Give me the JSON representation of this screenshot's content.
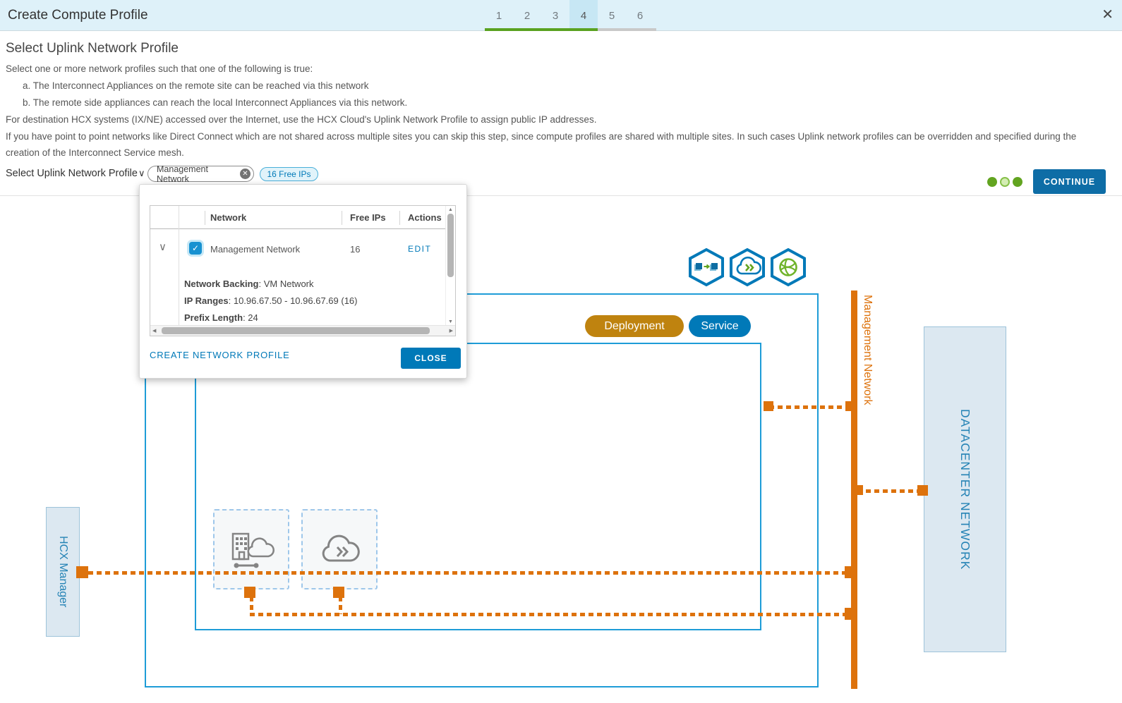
{
  "header": {
    "title": "Create Compute Profile",
    "steps": [
      "1",
      "2",
      "3",
      "4",
      "5",
      "6"
    ],
    "active_step": "4",
    "close_icon": "✕"
  },
  "intro": {
    "heading": "Select Uplink Network Profile",
    "lines": [
      "Select one or more network profiles such that one of the following is true:",
      "a. The Interconnect Appliances on the remote site can be reached via this network",
      "b. The remote side appliances can reach the local Interconnect Appliances via this network.",
      "For destination HCX systems (IX/NE) accessed over the Internet, use the HCX Cloud's Uplink Network Profile to assign public IP addresses.",
      "If you have point to point networks like Direct Connect which are not shared across multiple sites you can skip this step, since compute profiles are shared with multiple sites. In such cases Uplink network profiles can be overridden and specified during the",
      "creation of the Interconnect Service mesh."
    ]
  },
  "selector": {
    "label": "Select Uplink Network Profile",
    "caret_icon": "∨",
    "chip_label": "Management Network",
    "chip_remove_icon": "✕",
    "badge_label": "16 Free IPs"
  },
  "footer_actions": {
    "continue_label": "CONTINUE",
    "pagination_dots": [
      "filled",
      "outlined",
      "filled"
    ]
  },
  "popup": {
    "columns": {
      "network": "Network",
      "free_ips": "Free IPs",
      "actions": "Actions"
    },
    "row": {
      "expander_icon": "∨",
      "checkbox_checked": true,
      "check_icon": "✓",
      "network": "Management Network",
      "free_ips": "16",
      "action_label": "EDIT"
    },
    "details": [
      {
        "label": "Network Backing",
        "value": ": VM Network"
      },
      {
        "label": "IP Ranges",
        "value": ": 10.96.67.50 - 10.96.67.69 (16)"
      },
      {
        "label": "Prefix Length",
        "value": ": 24"
      }
    ],
    "create_link_label": "CREATE NETWORK PROFILE",
    "close_label": "CLOSE",
    "scroll_icons": {
      "up": "▲",
      "down": "▼",
      "left": "◀",
      "right": "▶"
    }
  },
  "diagram": {
    "deployment_label": "Deployment",
    "service_label": "Service",
    "management_network_label": "Management Network",
    "datacenter_label": "DATACENTER NETWORK",
    "hcx_manager_label": "HCX Manager",
    "hexagon_icons": [
      "migration-icon",
      "wan-optimization-icon",
      "network-extension-icon"
    ],
    "appliance_icons": [
      "interconnect-appliance-icon",
      "wan-appliance-icon"
    ]
  },
  "colors": {
    "accent_blue": "#0079b8",
    "diagram_blue": "#1e9cd7",
    "orange": "#dd720c",
    "amber": "#bf830f",
    "green": "#5aa220",
    "header_bg": "#def1f9"
  }
}
